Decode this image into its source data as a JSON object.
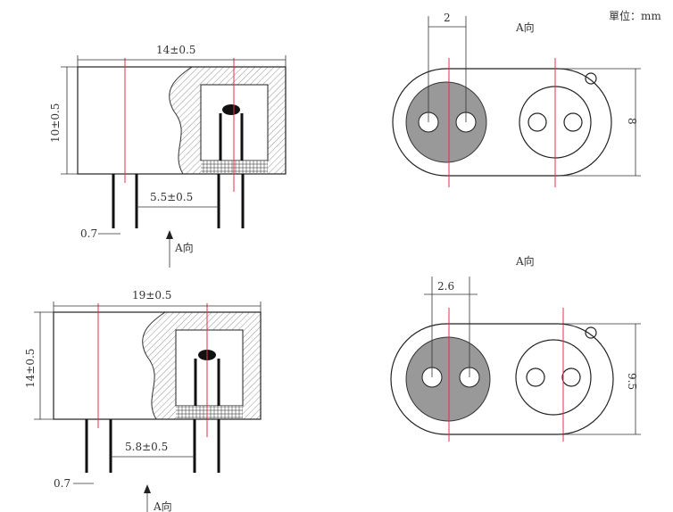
{
  "unit_label": "單位：mm",
  "top_side": {
    "width": "14±0.5",
    "height": "10±0.5",
    "pin_spacing": "5.5±0.5",
    "pin_width": "0.7",
    "view_arrow": "A向"
  },
  "bottom_side": {
    "width": "19±0.5",
    "height": "14±0.5",
    "pin_spacing": "5.8±0.5",
    "pin_width": "0.7",
    "view_arrow": "A向"
  },
  "top_view": {
    "title": "A向",
    "hole_spacing": "2",
    "height": "8"
  },
  "bottom_view": {
    "title": "A向",
    "hole_spacing": "2.6",
    "height": "9.5"
  }
}
